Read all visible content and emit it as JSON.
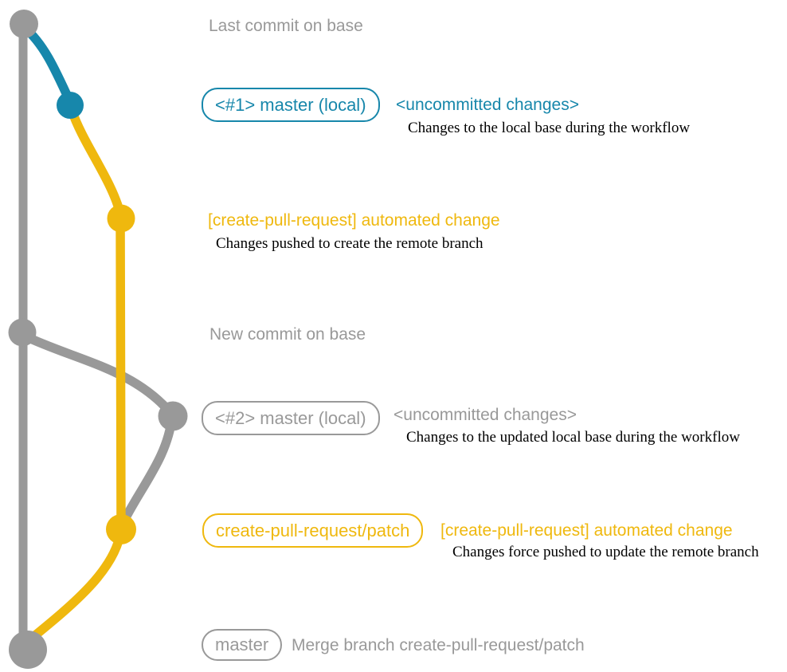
{
  "colors": {
    "gray": "#999999",
    "teal": "#1787ab",
    "yellow": "#efb80e",
    "text_dark": "#000000"
  },
  "labels": {
    "last_commit": "Last commit on base",
    "branch1_box": "<#1> master (local)",
    "branch1_note": "<uncommitted changes>",
    "branch1_detail": "Changes to the local base during the workflow",
    "automated_change_1": "[create-pull-request] automated change",
    "automated_change_1_detail": "Changes pushed to create the remote branch",
    "new_commit": "New commit on base",
    "branch2_box": "<#2> master (local)",
    "branch2_note": "<uncommitted changes>",
    "branch2_detail": "Changes to the updated local base during the workflow",
    "patch_box": "create-pull-request/patch",
    "automated_change_2": "[create-pull-request] automated change",
    "automated_change_2_detail": "Changes force pushed to update the remote branch",
    "master_box": "master",
    "merge_label": "Merge branch create-pull-request/patch"
  }
}
